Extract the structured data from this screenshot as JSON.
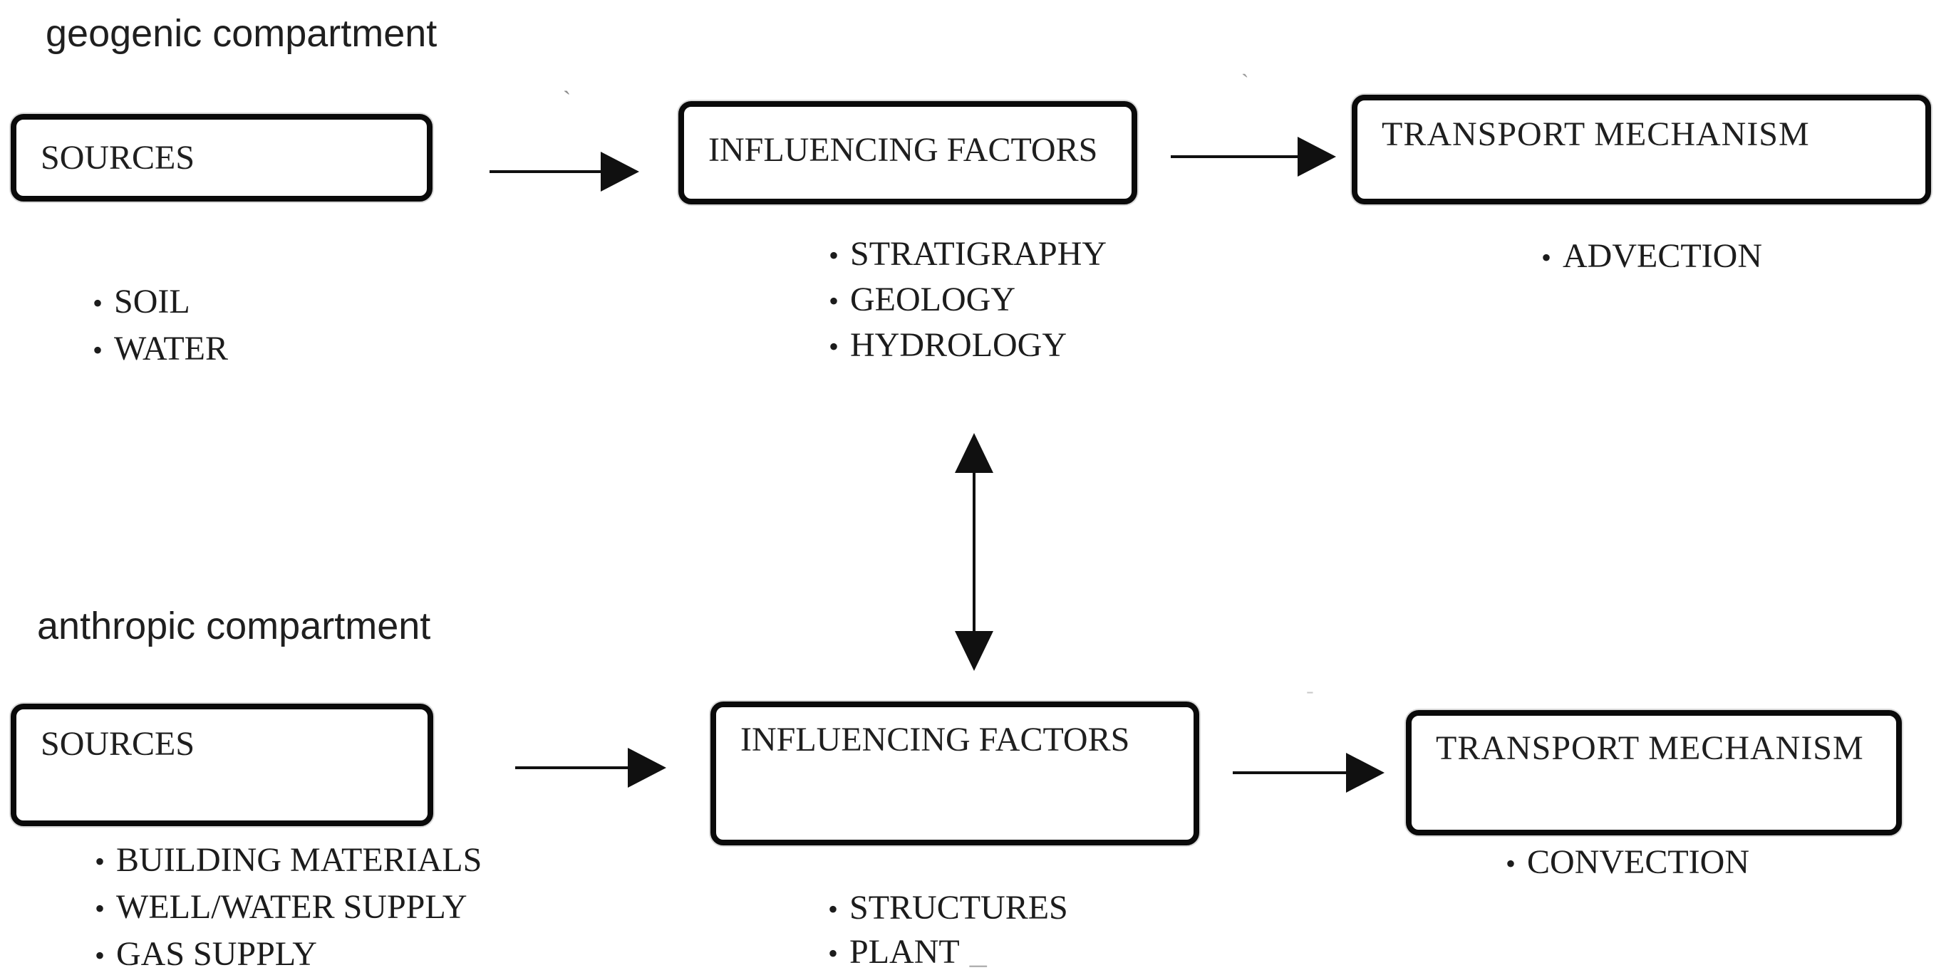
{
  "ui": {
    "bullet": "•"
  },
  "colors": {
    "ink": "#1f1f1f",
    "border": "#0a0a0a",
    "faint_mark": "#b0b0b0"
  },
  "geogenic": {
    "label": "geogenic compartment",
    "sources": {
      "title": "SOURCES",
      "items": [
        "SOIL",
        "WATER"
      ]
    },
    "factors": {
      "title": "INFLUENCING FACTORS",
      "items": [
        "STRATIGRAPHY",
        "GEOLOGY",
        "HYDROLOGY"
      ]
    },
    "transport": {
      "title": "TRANSPORT MECHANISM",
      "items": [
        "ADVECTION"
      ]
    }
  },
  "anthropic": {
    "label": "anthropic compartment",
    "sources": {
      "title": "SOURCES",
      "items": [
        "BUILDING MATERIALS",
        "WELL/WATER SUPPLY",
        "GAS SUPPLY"
      ]
    },
    "factors": {
      "title": "INFLUENCING FACTORS",
      "items": [
        "STRUCTURES",
        "PLANT"
      ],
      "trailing_mark": "_"
    },
    "transport": {
      "title": "TRANSPORT MECHANISM",
      "items": [
        "CONVECTION"
      ]
    }
  },
  "artifacts": {
    "tick": "ˋ",
    "dash": "ˉ"
  }
}
